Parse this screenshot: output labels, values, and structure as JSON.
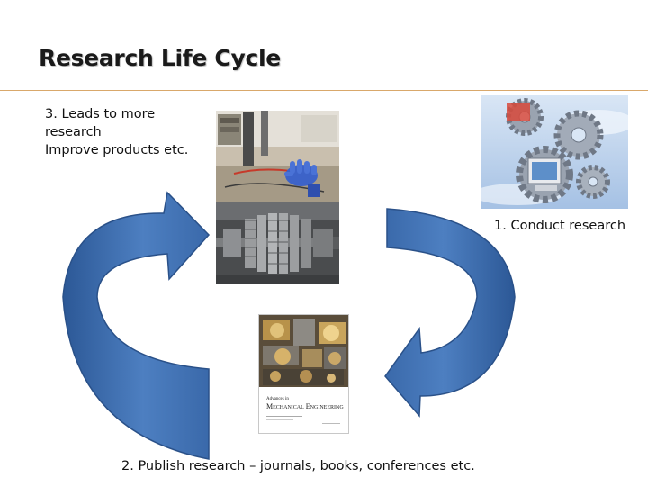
{
  "slide": {
    "title": "Research Life Cycle",
    "step3_lines": [
      "3. Leads to more",
      "research",
      "Improve products etc."
    ],
    "step1_label": "1. Conduct research",
    "step2_label": "2. Publish research – journals, books, conferences etc."
  },
  "journal_cover": {
    "title_line1": "Advances in",
    "title_line2": "Mechanical Engineering"
  },
  "colors": {
    "arrow_fill": "#3f6fb0",
    "arrow_stroke": "#2a5189",
    "title_rule": "#d9a86b",
    "gear_sky": "#b9d1ec"
  }
}
